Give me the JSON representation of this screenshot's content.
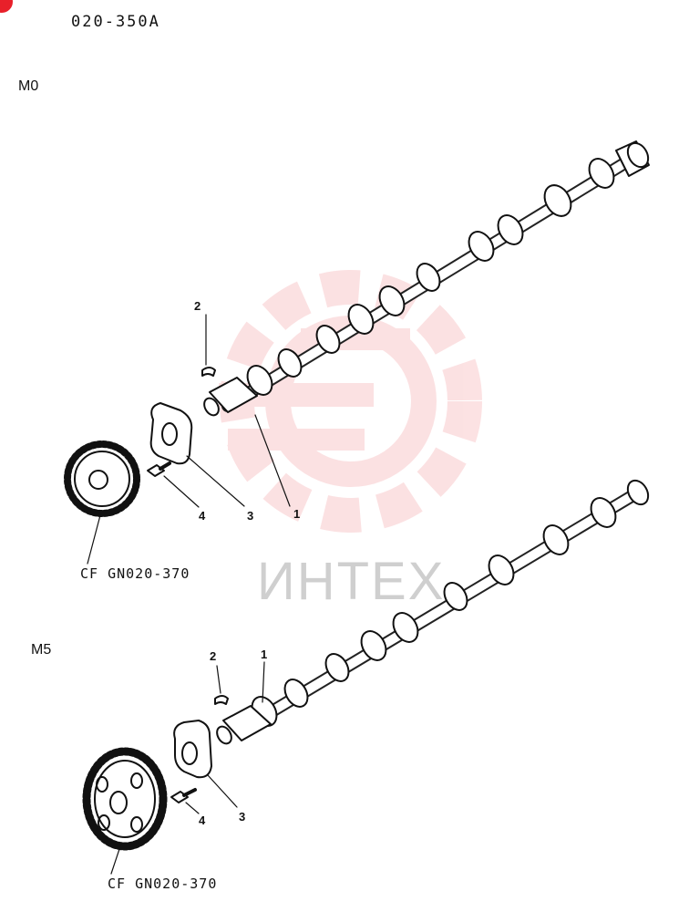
{
  "header": {
    "code": "020-350A"
  },
  "sections": [
    {
      "model": "M0",
      "callouts": [
        "1",
        "2",
        "3",
        "4"
      ],
      "gear_ref": "CF GN020-370"
    },
    {
      "model": "M5",
      "callouts": [
        "1",
        "2",
        "3",
        "4"
      ],
      "gear_ref": "CF GN020-370"
    }
  ],
  "watermark": {
    "text": "ИНТЕХ",
    "color": "#e8202a"
  }
}
